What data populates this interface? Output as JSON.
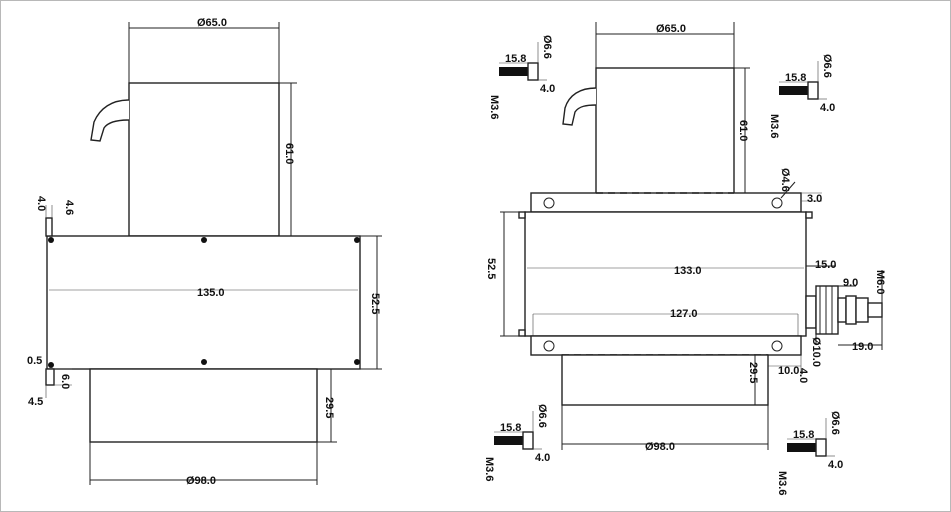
{
  "left_view": {
    "top_width": "Ø65.0",
    "top_height": "61.0",
    "body_width": "135.0",
    "body_height": "52.5",
    "bottom_height": "29.5",
    "bottom_width": "Ø98.0",
    "tab_top_left": "4.0",
    "tab_top_right": "4.6",
    "tab_bottom_offset": "0.5",
    "tab_bottom_height": "6.0",
    "tab_bottom_width": "4.5"
  },
  "right_view": {
    "top_width": "Ø65.0",
    "top_height": "61.0",
    "hole_dia": "Ø4.6",
    "flange_thk": "3.0",
    "body_width": "133.0",
    "body_height": "52.5",
    "inner_width": "127.0",
    "conn_offset": "15.0",
    "conn_inner": "9.0",
    "conn_thread": "M6.0",
    "conn_len": "19.0",
    "conn_dia": "Ø10.0",
    "bottom_height": "29.5",
    "bottom_offset": "10.0",
    "bottom_gap": "4.0",
    "bottom_width": "Ø98.0"
  },
  "screws": [
    {
      "length": "15.8",
      "head_dia": "Ø6.6",
      "head_len": "4.0",
      "thread": "M3.6"
    },
    {
      "length": "15.8",
      "head_dia": "Ø6.6",
      "head_len": "4.0",
      "thread": "M3.6"
    },
    {
      "length": "15.8",
      "head_dia": "Ø6.6",
      "head_len": "4.0",
      "thread": "M3.6"
    },
    {
      "length": "15.8",
      "head_dia": "Ø6.6",
      "head_len": "4.0",
      "thread": "M3.6"
    }
  ]
}
